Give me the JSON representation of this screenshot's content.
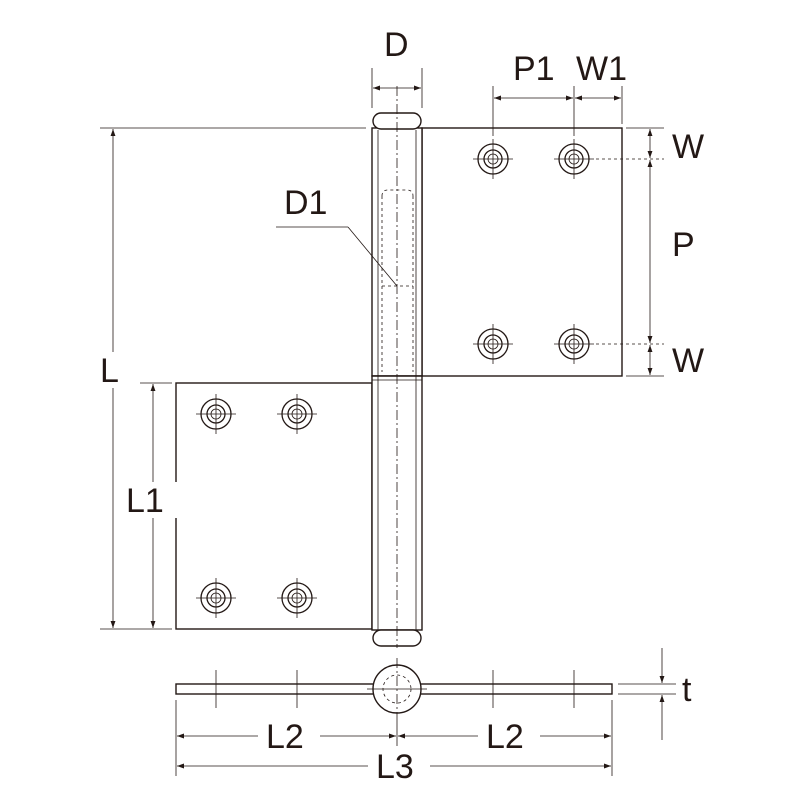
{
  "labels": {
    "D": "D",
    "P1": "P1",
    "W1": "W1",
    "W_top": "W",
    "P": "P",
    "W_bottom": "W",
    "D1": "D1",
    "L": "L",
    "L1": "L1",
    "t": "t",
    "L2_left": "L2",
    "L2_right": "L2",
    "L3": "L3"
  },
  "colors": {
    "line": "#231815",
    "background": "#ffffff"
  }
}
